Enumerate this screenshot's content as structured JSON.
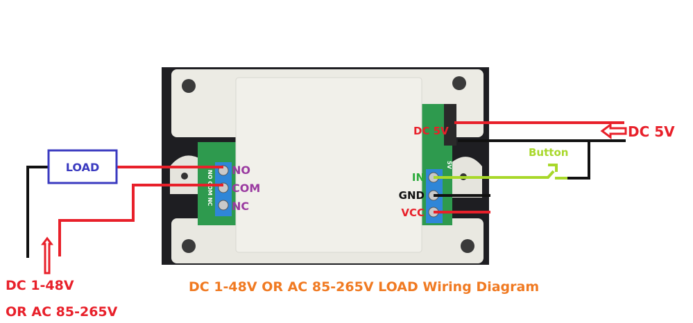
{
  "title": "DC 1-48V OR AC 85-265V LOAD Wiring Diagram",
  "load": {
    "label": "LOAD"
  },
  "relay_terminals": [
    "NO",
    "COM",
    "NC"
  ],
  "input_terminals": [
    "IN",
    "GND",
    "VCC"
  ],
  "power_in": {
    "label": "DC 5V"
  },
  "board_power": {
    "label": "DC 5V"
  },
  "button": {
    "label": "Button"
  },
  "load_supply": {
    "line1": "DC 1-48V",
    "line2": "OR AC 85-265V"
  },
  "board_silkscreen": {
    "relay": "NO COM NC",
    "input": "5V"
  },
  "colors": {
    "wire_red": "#e8202a",
    "wire_black": "#111111",
    "wire_green": "#a8d82a",
    "load_box": "#3a3ac0",
    "relay_text": "#9a3aa0",
    "in_text": "#2aaa3a",
    "title": "#f07a22",
    "terminal_blue": "#2f86d8",
    "pcb_green": "#2e9a4e"
  }
}
